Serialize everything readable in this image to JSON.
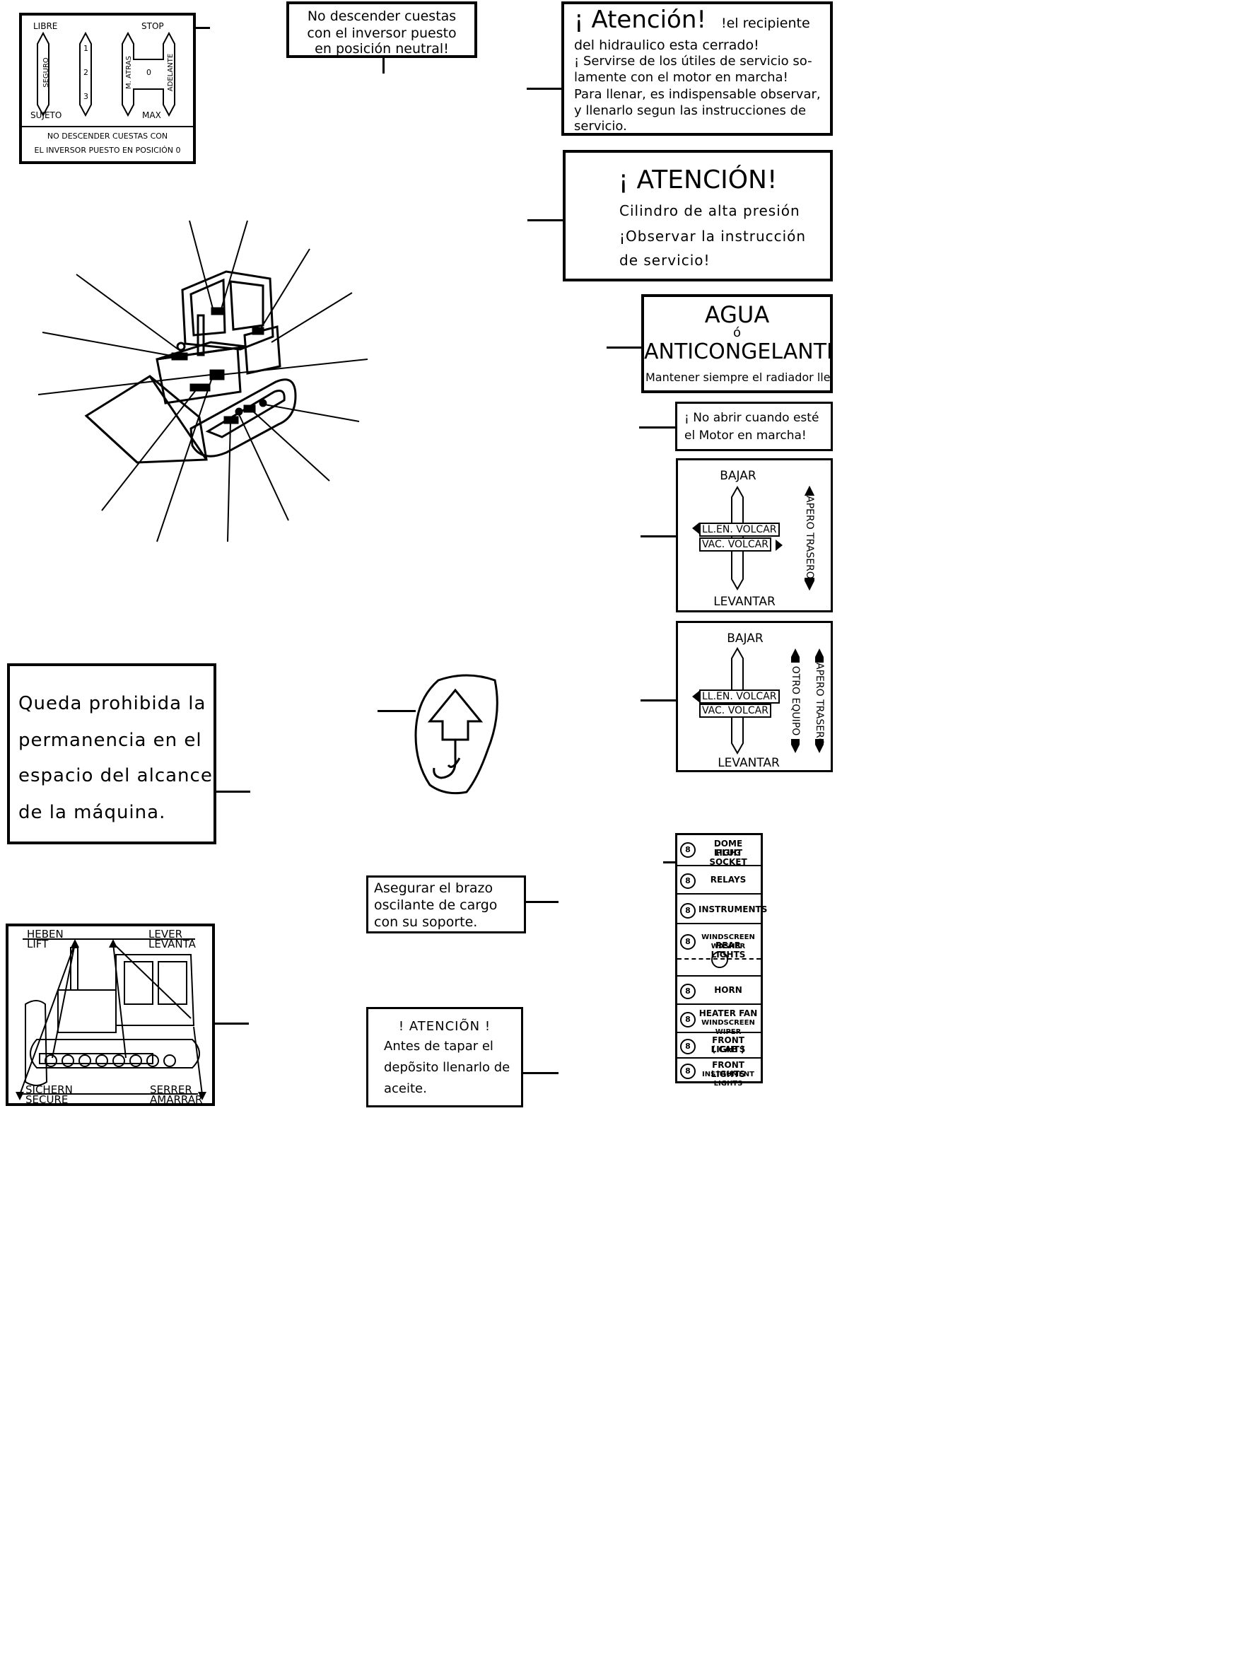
{
  "label_gear": {
    "libre": "LIBRE",
    "stop": "STOP",
    "seguro": "SEGURO",
    "n1": "1",
    "n2": "2",
    "n3": "3",
    "m_atras": "M. ATRAS",
    "adelante": "ADELANTE",
    "zero": "0",
    "sujeto": "SUJETO",
    "max": "MAX",
    "footer_line1": "NO DESCENDER CUESTAS CON",
    "footer_line2": "EL INVERSOR PUESTO EN POSICIÓN 0"
  },
  "label_no_descender": {
    "line1": "No descender cuestas",
    "line2": "con el inversor puesto",
    "line3": "en posición neutral!"
  },
  "label_atencion_hidraulico": {
    "title": "¡ Atención!",
    "line1_tail": "!el recipiente",
    "line2": "del hidraulico esta cerrado!",
    "line3": "¡ Servirse de los útiles de servicio so-",
    "line4": "lamente con el motor en marcha!",
    "line5": "Para llenar, es indispensable observar,",
    "line6": "y llenarlo segun las instrucciones de",
    "line7": "servicio."
  },
  "label_cilindro": {
    "title": "¡ ATENCIÓN!",
    "line1": "Cilindro de alta presión",
    "line2": "¡Observar la instrucción",
    "line3": "de servicio!"
  },
  "label_agua": {
    "line1": "AGUA",
    "line2": "ó",
    "line3": "ANTICONGELANTE",
    "line4": "Mantener siempre el radiador lleno"
  },
  "label_no_abrir": {
    "line1": "¡ No abrir cuando esté",
    "line2": "el Motor en marcha!"
  },
  "label_control_1": {
    "top": "BAJAR",
    "bottom": "LEVANTAR",
    "left1": "LL.EN. VOLCAR",
    "left2": "VAC. VOLCAR",
    "side": "APERO TRASERO"
  },
  "label_control_2": {
    "top": "BAJAR",
    "bottom": "LEVANTAR",
    "left1": "LL.EN. VOLCAR",
    "left2": "VAC. VOLCAR",
    "side1": "OTRO EQUIPO",
    "side2": "APERO TRASERO"
  },
  "label_prohibida": {
    "line1": "Queda prohibida la",
    "line2": "permanencia en el",
    "line3": "espacio del alcance",
    "line4": "de la máquina."
  },
  "label_asegurar": {
    "line1": "Asegurar el brazo",
    "line2": "oscilante de cargo",
    "line3": "con su soporte."
  },
  "label_aceite": {
    "line1": "! ATENCIÕN !",
    "line2": "Antes de tapar el",
    "line3": "depõsito llenarlo de",
    "line4": "aceite."
  },
  "label_lift": {
    "heben": "HEBEN",
    "lift": "LIFT",
    "lever": "LEVER",
    "levanta": "LEVANTA",
    "sichern": "SICHERN",
    "secure": "SECURE",
    "serrer": "SERRER",
    "amarrar": "AMARRAR"
  },
  "fuse_panel": {
    "fuse_rating": "8",
    "rows": [
      {
        "line1": "DOME LIGHT",
        "line2": "PLUG SOCKET"
      },
      {
        "line1": "RELAYS",
        "line2": ""
      },
      {
        "line1": "INSTRUMENTS",
        "line2": ""
      },
      {
        "line1": "WINDSCREEN WASHER",
        "line2": "REAR LIGHTS"
      },
      {
        "line1": "HORN",
        "line2": ""
      },
      {
        "line1": "HEATER FAN",
        "line2": "WINDSCREEN WIPER"
      },
      {
        "line1": "FRONT LIGHTS",
        "line2": "( CAB )"
      },
      {
        "line1": "FRONT LIGHTS",
        "line2": "INSTRUMENT LIGHTS"
      }
    ]
  }
}
